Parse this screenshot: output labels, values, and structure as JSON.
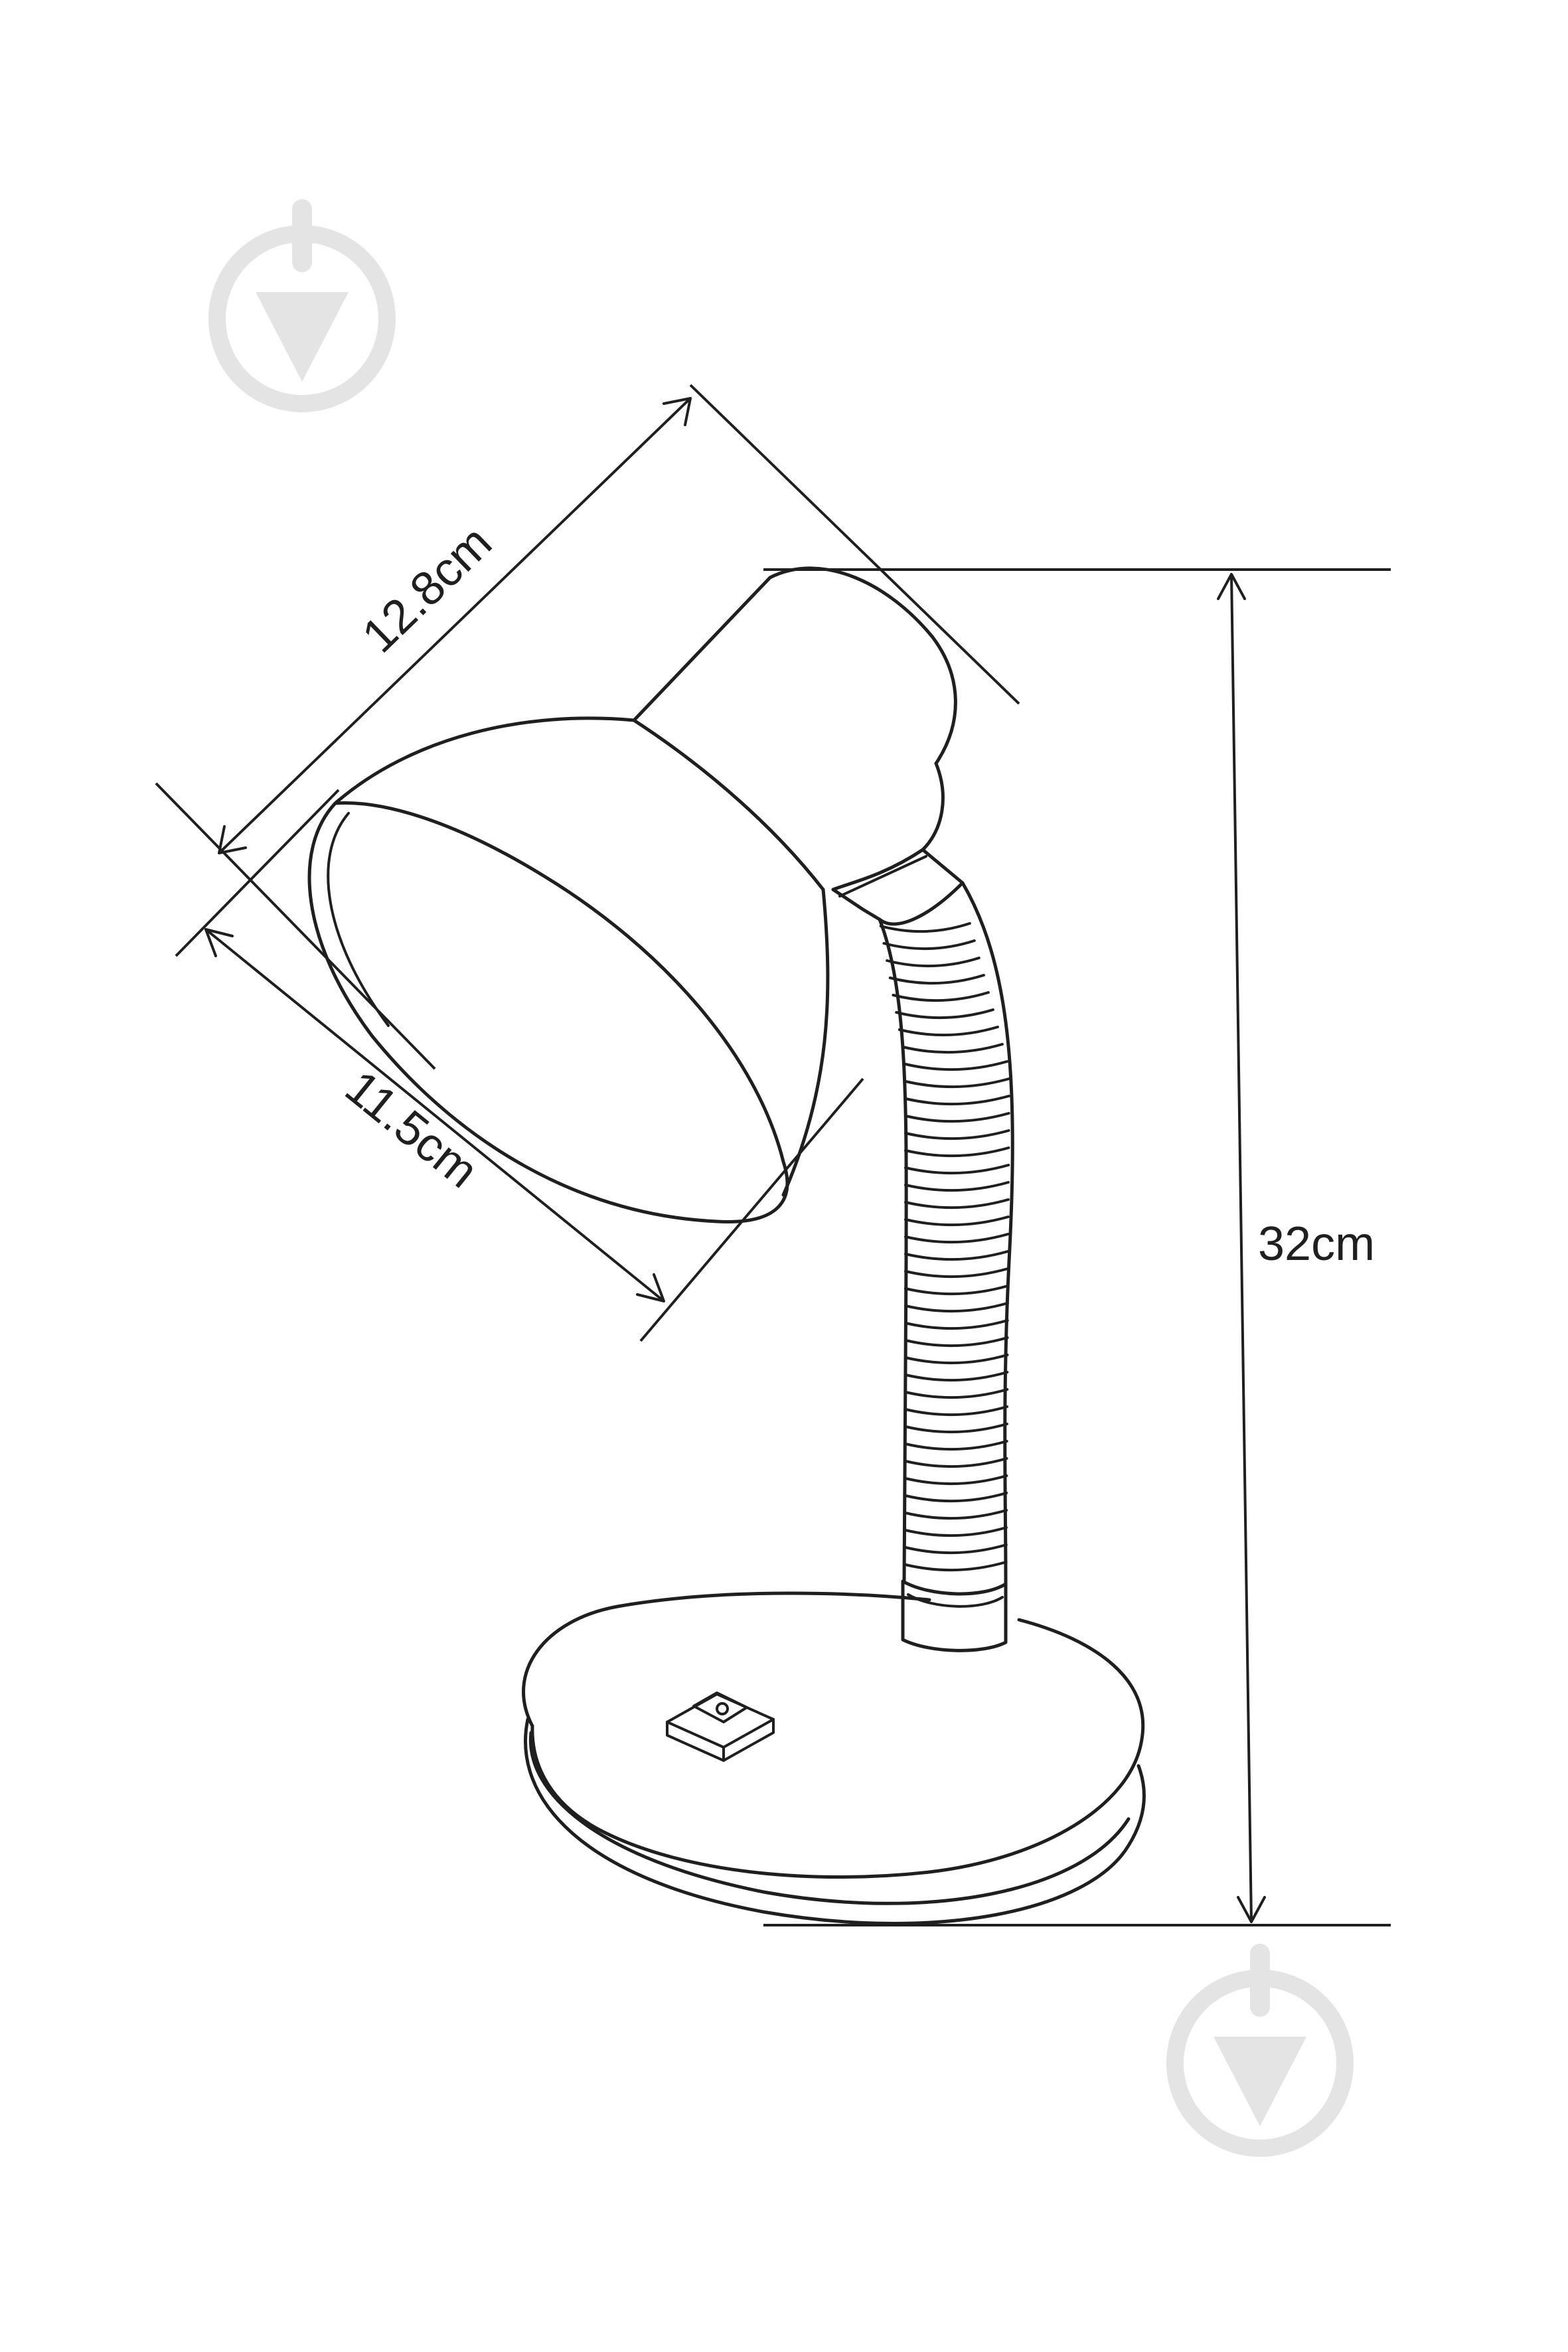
{
  "dimensions": {
    "shade_length": "12.8cm",
    "shade_diameter": "11.5cm",
    "lamp_height": "32cm"
  },
  "watermark_icon": "drop-arrow-circle-icon",
  "colors": {
    "ink": "#1f1f1f",
    "watermark": "#e4e4e4",
    "background": "#ffffff"
  }
}
